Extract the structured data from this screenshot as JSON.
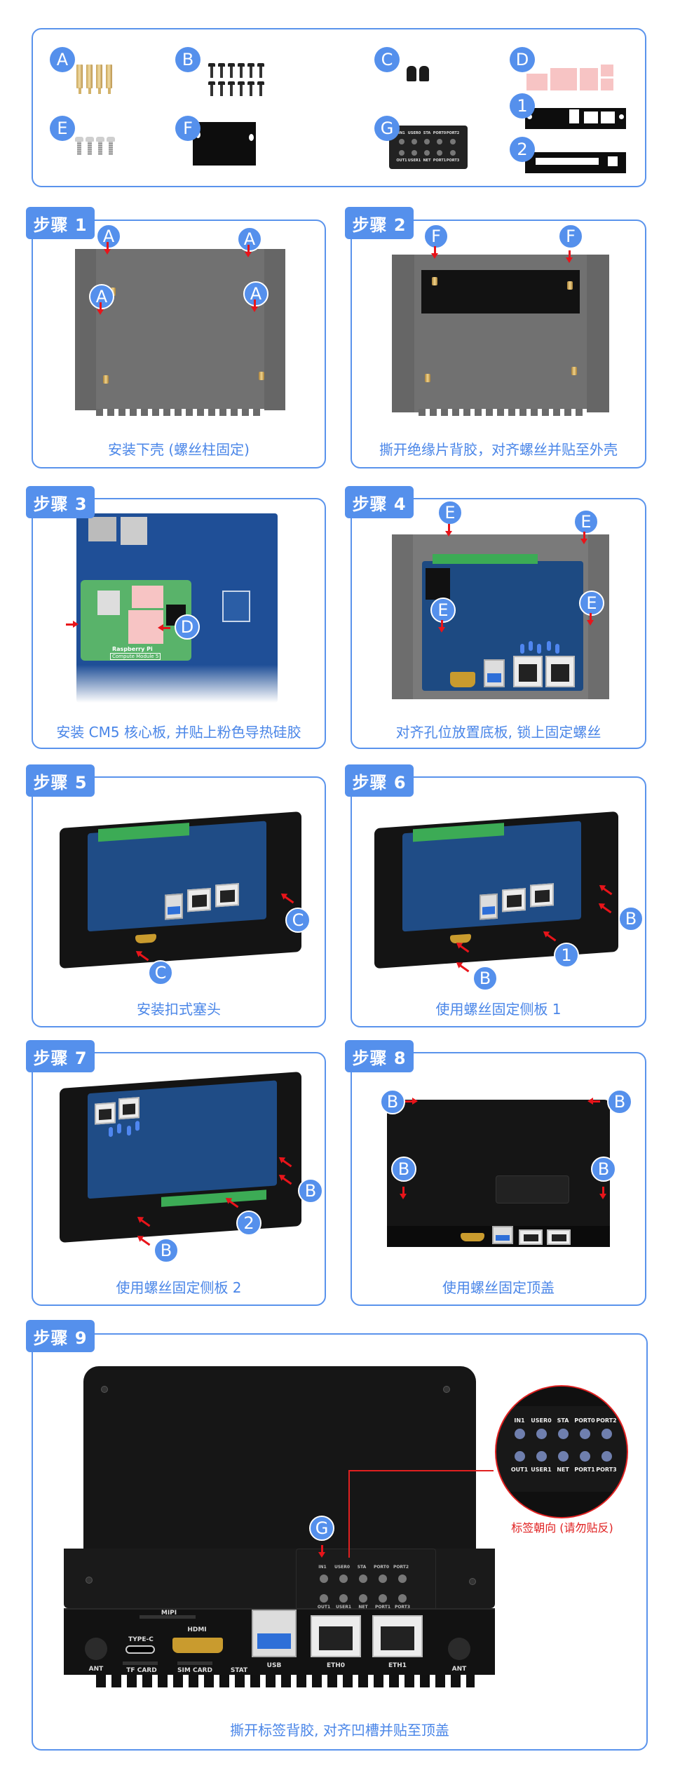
{
  "parts": {
    "items": [
      {
        "key": "A",
        "name": "brass standoffs",
        "count": 4
      },
      {
        "key": "B",
        "name": "black screws",
        "count": 12
      },
      {
        "key": "C",
        "name": "snap-in plugs",
        "count": 2
      },
      {
        "key": "D",
        "name": "pink thermal pads",
        "count": 5
      },
      {
        "key": "E",
        "name": "silver screws",
        "count": 4
      },
      {
        "key": "F",
        "name": "insulation sheet",
        "count": 1
      },
      {
        "key": "G",
        "name": "LED label",
        "count": 1
      },
      {
        "key": "1",
        "name": "side panel 1",
        "count": 1
      },
      {
        "key": "2",
        "name": "side panel 2",
        "count": 1
      }
    ],
    "led_label": {
      "top": [
        "IN1",
        "USER0",
        "STA",
        "PORT0",
        "PORT2"
      ],
      "bottom": [
        "OUT1",
        "USER1",
        "NET",
        "PORT1",
        "PORT3"
      ]
    }
  },
  "steps": [
    {
      "tab": "步骤 1",
      "caption": "安装下壳 (螺丝柱固定)",
      "badges": [
        "A",
        "A",
        "A",
        "A"
      ]
    },
    {
      "tab": "步骤 2",
      "caption": "撕开绝缘片背胶，对齐螺丝并贴至外壳",
      "badges": [
        "F",
        "F"
      ]
    },
    {
      "tab": "步骤 3",
      "caption": "安装 CM5 核心板, 并贴上粉色导热硅胶",
      "badges": [
        "D"
      ],
      "board_text": [
        "Raspberry Pi",
        "Compute Module 5"
      ]
    },
    {
      "tab": "步骤 4",
      "caption": "对齐孔位放置底板, 锁上固定螺丝",
      "badges": [
        "E",
        "E",
        "E",
        "E"
      ]
    },
    {
      "tab": "步骤 5",
      "caption": "安装扣式塞头",
      "badges": [
        "C",
        "C"
      ]
    },
    {
      "tab": "步骤 6",
      "caption": "使用螺丝固定侧板 1",
      "badges": [
        "B",
        "B",
        "1"
      ]
    },
    {
      "tab": "步骤 7",
      "caption": "使用螺丝固定侧板 2",
      "badges": [
        "B",
        "B",
        "2"
      ]
    },
    {
      "tab": "步骤 8",
      "caption": "使用螺丝固定顶盖",
      "badges": [
        "B",
        "B",
        "B",
        "B"
      ]
    },
    {
      "tab": "步骤 9",
      "caption": "撕开标签背胶, 对齐凹槽并贴至顶盖",
      "badges": [
        "G"
      ],
      "callout": "标签朝向 (请勿贴反)"
    }
  ],
  "front_panel": {
    "labels": {
      "mipi": "MIPI",
      "type_c": "TYPE-C",
      "tf_card": "TF CARD",
      "hdmi": "HDMI",
      "sim_card": "SIM CARD",
      "stat": "STAT",
      "usb": "USB",
      "eth0": "ETH0",
      "eth1": "ETH1",
      "ant_left": "ANT",
      "ant_right": "ANT"
    }
  },
  "colors": {
    "accent_blue": "#5590ec",
    "caption_blue": "#4a86e8",
    "arrow_red": "#e8141a",
    "callout_red": "#e02020"
  }
}
